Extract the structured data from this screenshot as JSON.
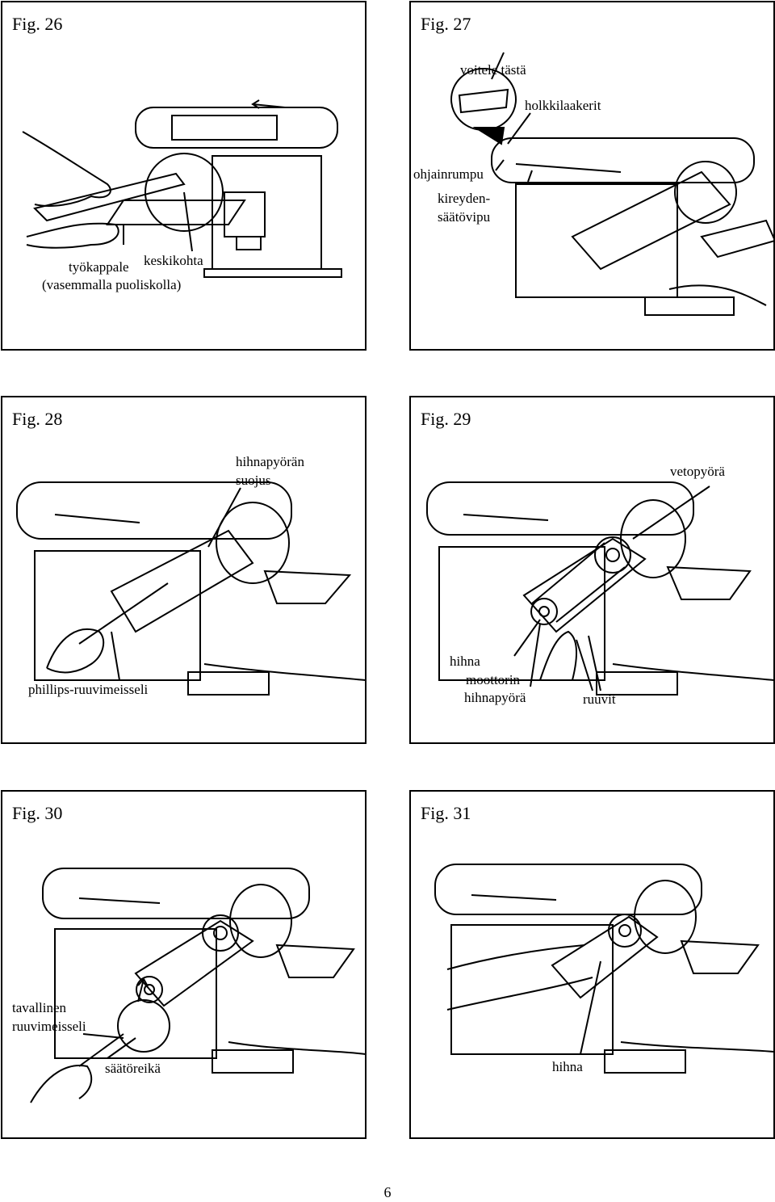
{
  "figures": [
    {
      "title": "Fig. 26",
      "labels": {
        "tyokappale": "työkappale",
        "keskikohta": "keskikohta",
        "vasemmalla": "(vasemmalla puoliskolla)"
      }
    },
    {
      "title": "Fig. 27",
      "labels": {
        "voitele": "voitele tästä",
        "holkki": "holkkilaakerit",
        "ohjain": "ohjainrumpu",
        "kirey1": "kireyden-",
        "kirey2": "säätövipu"
      }
    },
    {
      "title": "Fig. 28",
      "labels": {
        "suojus1": "hihnapyörän",
        "suojus2": "suojus",
        "phillips": "phillips-ruuvimeisseli"
      }
    },
    {
      "title": "Fig. 29",
      "labels": {
        "veto": "vetopyörä",
        "hihna": "hihna",
        "moottorin": "moottorin",
        "hihnapyora": "hihnapyörä",
        "ruuvit": "ruuvit"
      }
    },
    {
      "title": "Fig. 30",
      "labels": {
        "taval1": "tavallinen",
        "taval2": "ruuvimeisseli",
        "saato": "säätöreikä"
      }
    },
    {
      "title": "Fig. 31",
      "labels": {
        "hihna": "hihna"
      }
    }
  ],
  "page_number": "6"
}
